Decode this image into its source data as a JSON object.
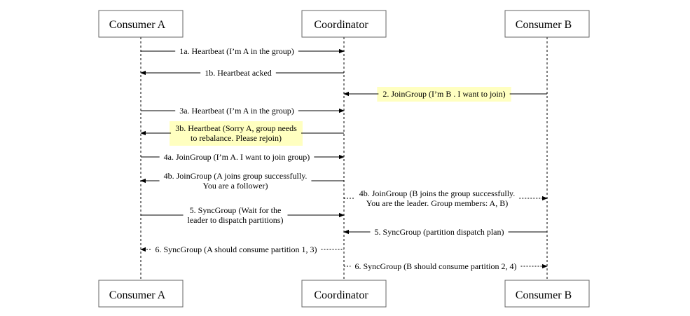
{
  "participants": {
    "a": "Consumer A",
    "coord": "Coordinator",
    "b": "Consumer B"
  },
  "messages": [
    {
      "id": "m1a",
      "from": "a",
      "to": "coord",
      "style": "solid",
      "lines": [
        "1a. Heartbeat (I’m A in the group)"
      ]
    },
    {
      "id": "m1b",
      "from": "coord",
      "to": "a",
      "style": "solid",
      "lines": [
        "1b. Heartbeat acked"
      ]
    },
    {
      "id": "m2",
      "from": "b",
      "to": "coord",
      "style": "solid",
      "highlight": true,
      "lines": [
        "2. JoinGroup (I’m B . I want to join)"
      ]
    },
    {
      "id": "m3a",
      "from": "a",
      "to": "coord",
      "style": "solid",
      "lines": [
        "3a. Heartbeat (I’m A in the group)"
      ]
    },
    {
      "id": "m3b",
      "from": "coord",
      "to": "a",
      "style": "solid",
      "highlight": true,
      "lines": [
        "3b. Heartbeat (Sorry A, group needs",
        "to rebalance. Please rejoin)"
      ]
    },
    {
      "id": "m4a",
      "from": "a",
      "to": "coord",
      "style": "solid",
      "lines": [
        "4a. JoinGroup (I’m A. I want to join group)"
      ]
    },
    {
      "id": "m4bA",
      "from": "coord",
      "to": "a",
      "style": "solid",
      "lines": [
        "4b. JoinGroup (A joins group successfully.",
        "You are a follower)"
      ]
    },
    {
      "id": "m4bB",
      "from": "coord",
      "to": "b",
      "style": "dashed",
      "lines": [
        "4b. JoinGroup (B joins the group successfully.",
        "You are the leader. Group members: A, B)"
      ]
    },
    {
      "id": "m5a",
      "from": "a",
      "to": "coord",
      "style": "solid",
      "lines": [
        "5. SyncGroup (Wait for the",
        "leader to dispatch partitions)"
      ]
    },
    {
      "id": "m5b",
      "from": "b",
      "to": "coord",
      "style": "solid",
      "lines": [
        "5. SyncGroup (partition dispatch plan)"
      ]
    },
    {
      "id": "m6a",
      "from": "coord",
      "to": "a",
      "style": "dashed",
      "lines": [
        "6. SyncGroup (A should consume partition 1, 3)"
      ]
    },
    {
      "id": "m6b",
      "from": "coord",
      "to": "b",
      "style": "dashed",
      "lines": [
        "6. SyncGroup (B should consume partition 2, 4)"
      ]
    }
  ],
  "colors": {
    "highlight": "#ffffc0",
    "box_border": "#666666",
    "line": "#000000"
  }
}
